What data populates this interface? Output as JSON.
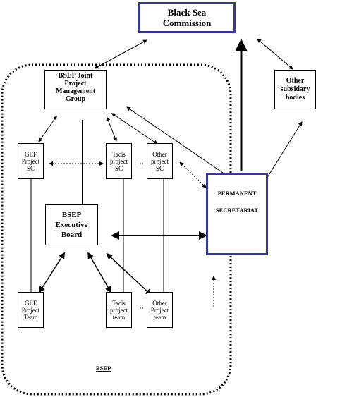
{
  "diagram": {
    "region_label": "BSEP",
    "nodes": {
      "commission": "Black Sea\nCommission",
      "other_bodies": "Other\nsubsidary\nbodies",
      "joint_group": "BSEP Joint\nProject\nManagement\nGroup",
      "gef_sc": "GEF\nProject\nSC",
      "tacis_sc": "Tacis\nproject\nSC",
      "other_sc": "Other\nproject\nSC",
      "secretariat": "PERMANENT\n\nSECRETARIAT",
      "executive_board": "BSEP\nExecutive\nBoard",
      "gef_team": "GEF\nProject\nTeam",
      "tacis_team": "Tacis\nproject\nteam",
      "other_team": "Other\nProject\nteam"
    },
    "colors": {
      "box_border": "#000000",
      "highlight_border": "#3a3a8c",
      "line": "#000000"
    }
  }
}
